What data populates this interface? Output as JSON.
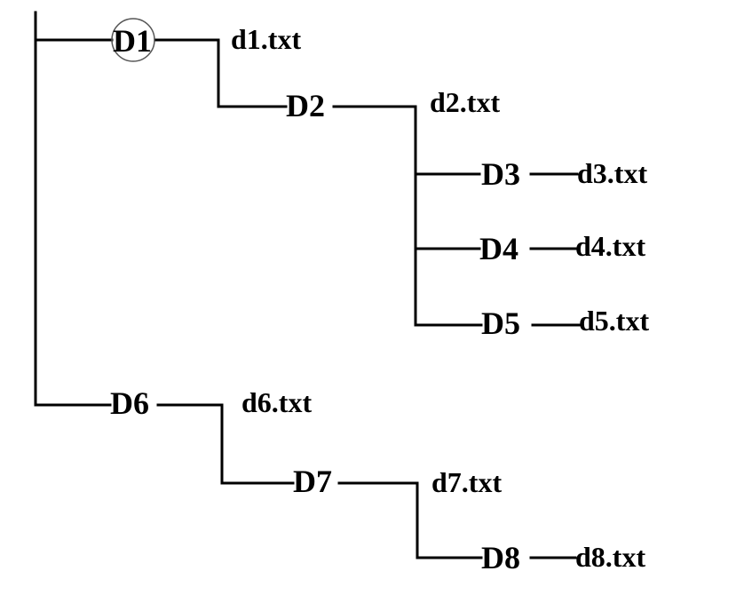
{
  "diagram": {
    "root": {
      "name": "D1",
      "highlighted": true,
      "file": "d1.txt",
      "children": [
        {
          "name": "D2",
          "file": "d2.txt",
          "children": [
            {
              "name": "D3",
              "file": "d3.txt"
            },
            {
              "name": "D4",
              "file": "d4.txt"
            },
            {
              "name": "D5",
              "file": "d5.txt"
            }
          ]
        }
      ]
    },
    "sibling": {
      "name": "D6",
      "file": "d6.txt",
      "children": [
        {
          "name": "D7",
          "file": "d7.txt",
          "children": [
            {
              "name": "D8",
              "file": "d8.txt"
            }
          ]
        }
      ]
    }
  }
}
